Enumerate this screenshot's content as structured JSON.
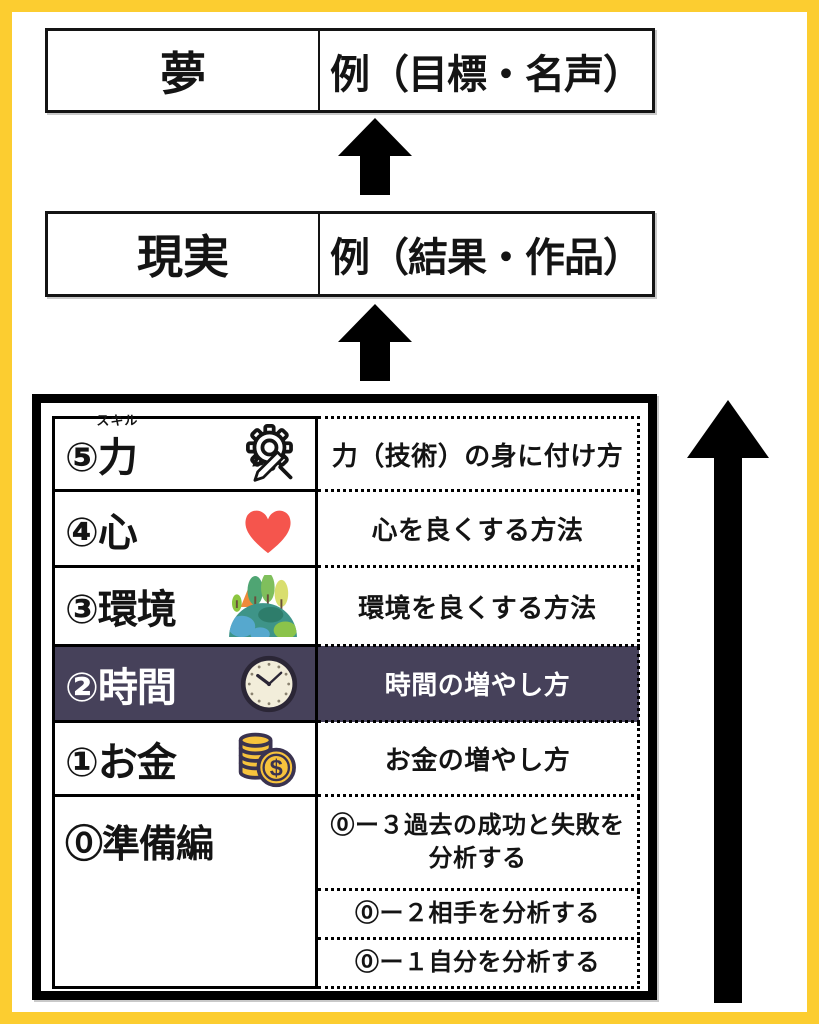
{
  "colors": {
    "frame_yellow": "#FCCD30",
    "highlight_row": "#46415A",
    "heart_red": "#F5554D",
    "coin_gold": "#F7C33C",
    "coin_outline": "#3A3350",
    "clock_face": "#F2EDDA",
    "earth_teal": "#3E9488"
  },
  "top_section": {
    "dream": {
      "label": "夢",
      "example": "例（目標・名声）"
    },
    "reality": {
      "label": "現実",
      "example": "例（結果・作品）"
    }
  },
  "table": {
    "rows": [
      {
        "prefix": "⑤",
        "base": "力",
        "furigana": "スキル",
        "icon": "gear-pencil-icon",
        "description": "力（技術）の身に付け方",
        "highlighted": false
      },
      {
        "label": "④心",
        "icon": "heart-icon",
        "description": "心を良くする方法",
        "highlighted": false
      },
      {
        "label": "③環境",
        "icon": "earth-icon",
        "description": "環境を良くする方法",
        "highlighted": false
      },
      {
        "label": "②時間",
        "icon": "clock-icon",
        "description": "時間の増やし方",
        "highlighted": true
      },
      {
        "label": "①お金",
        "icon": "coins-icon",
        "description": "お金の増やし方",
        "highlighted": false
      },
      {
        "label": "⓪準備編",
        "icon": "none",
        "items": [
          "⓪ー３過去の成功と失敗を分析する",
          "⓪ー２相手を分析する",
          "⓪ー１自分を分析する"
        ]
      }
    ]
  }
}
